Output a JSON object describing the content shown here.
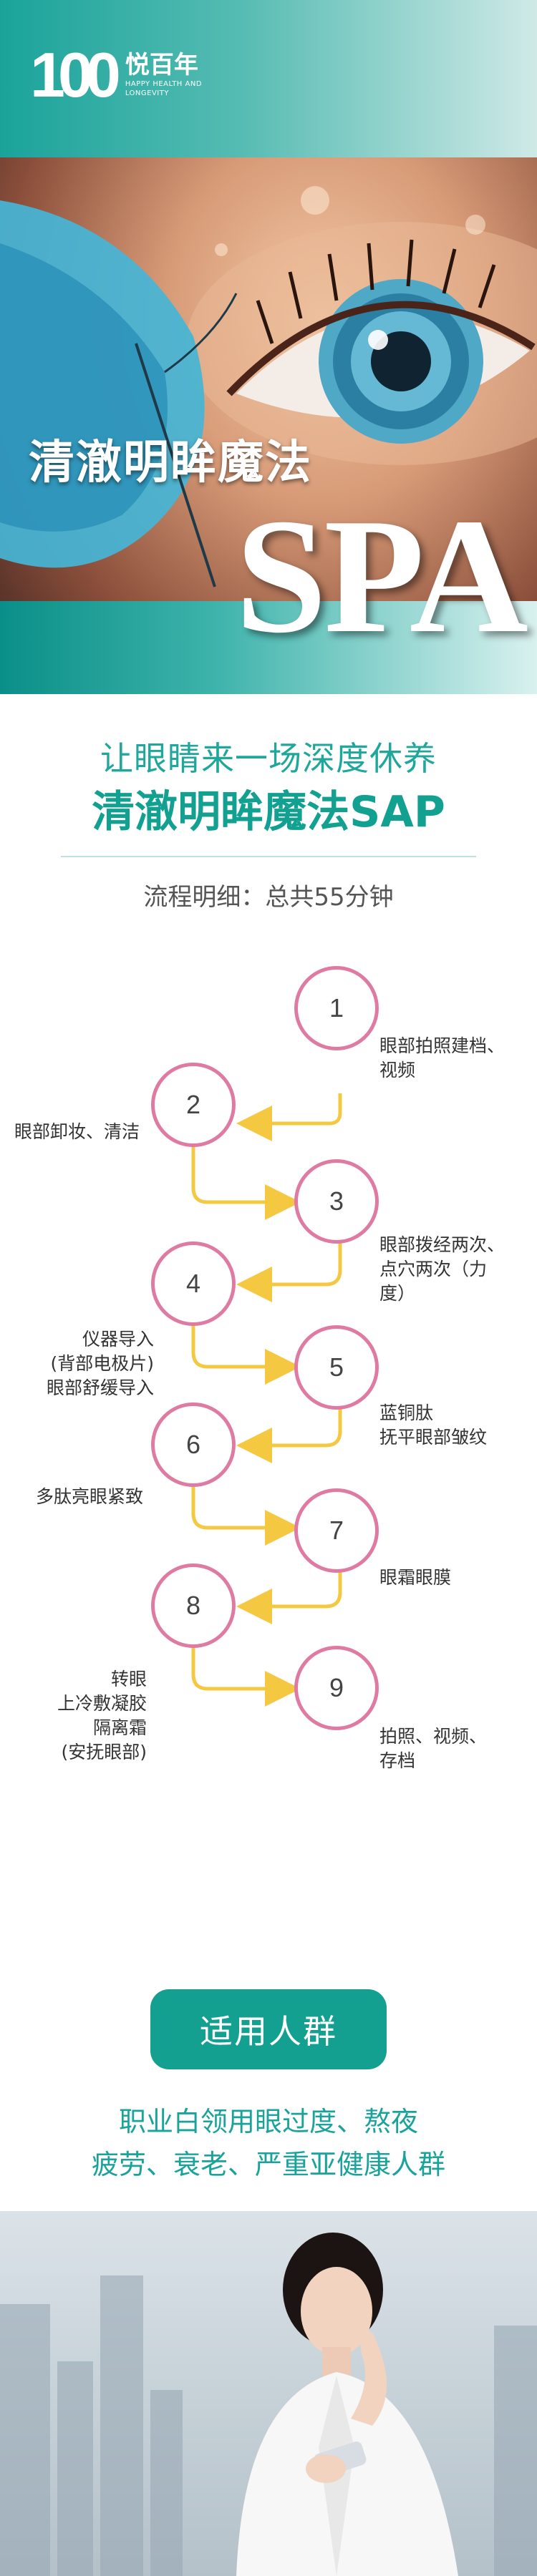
{
  "header": {
    "logo_mark": "100",
    "brand_cn": "悦百年",
    "brand_en_line1": "HAPPY HEALTH AND",
    "brand_en_line2": "LONGEVITY"
  },
  "hero": {
    "title": "清澈明眸魔法",
    "big_text": "SPA"
  },
  "intro": {
    "subtitle": "让眼睛来一场深度休养",
    "title": "清澈明眸魔法SAP",
    "process_summary": "流程明细：总共55分钟"
  },
  "steps": [
    {
      "number": "1",
      "label": "眼部拍照建档、\n视频"
    },
    {
      "number": "2",
      "label": "眼部卸妆、清洁"
    },
    {
      "number": "3",
      "label": "眼部拨经两次、\n点穴两次（力\n度）"
    },
    {
      "number": "4",
      "label": "仪器导入\n(背部电极片)\n眼部舒缓导入"
    },
    {
      "number": "5",
      "label": "蓝铜肽\n抚平眼部皱纹"
    },
    {
      "number": "6",
      "label": "多肽亮眼紧致"
    },
    {
      "number": "7",
      "label": "眼霜眼膜"
    },
    {
      "number": "8",
      "label": "转眼\n上冷敷凝胶\n隔离霜\n(安抚眼部)"
    },
    {
      "number": "9",
      "label": "拍照、视频、\n存档"
    }
  ],
  "audience": {
    "badge": "适用人群",
    "line1": "职业白领用眼过度、熬夜",
    "line2": "疲劳、衰老、严重亚健康人群"
  },
  "colors": {
    "brand_teal": "#14a091",
    "circle_pink": "#df7ba3",
    "arrow_yellow": "#f5c842"
  },
  "icons": [
    "logo-icon",
    "eye-illustration",
    "woman-photo"
  ]
}
